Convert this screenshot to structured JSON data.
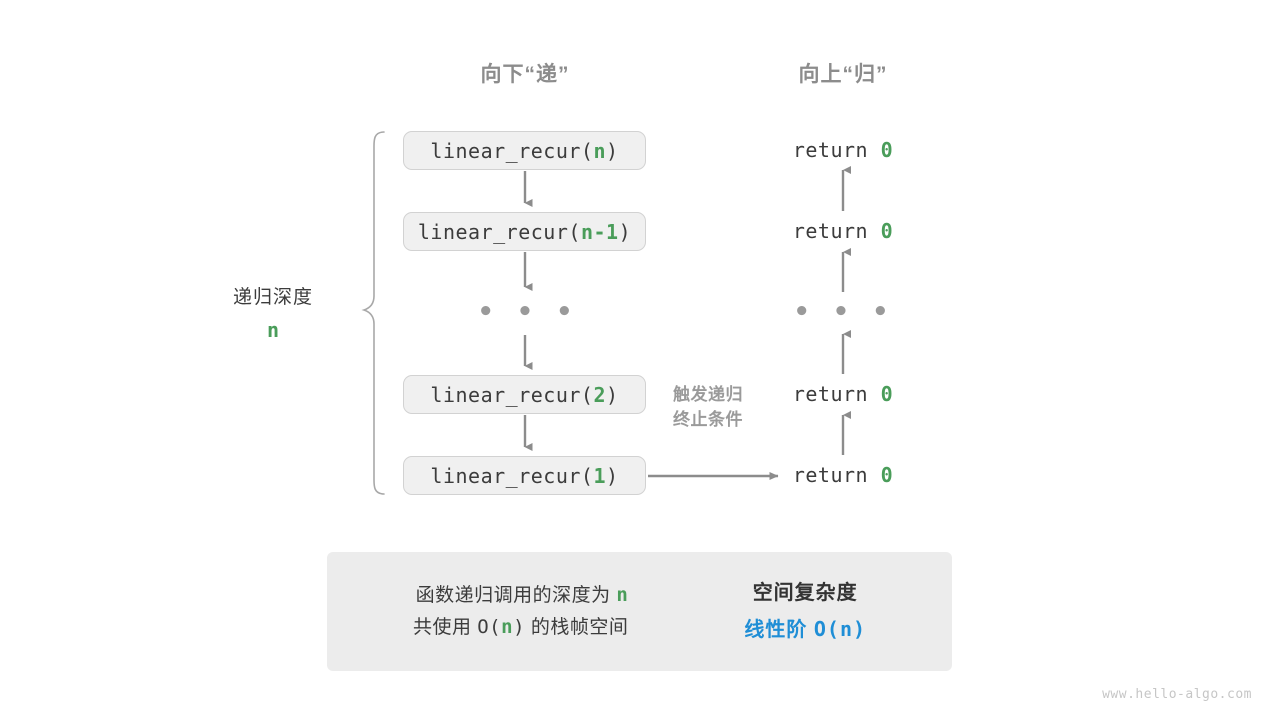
{
  "headings": {
    "down": "向下“递”",
    "up": "向上“归”"
  },
  "call_stack": {
    "boxes": [
      {
        "prefix": "linear_recur(",
        "arg": "n",
        "suffix": ")"
      },
      {
        "prefix": "linear_recur(",
        "arg": "n-1",
        "suffix": ")"
      },
      {
        "prefix": "linear_recur(",
        "arg": "2",
        "suffix": ")"
      },
      {
        "prefix": "linear_recur(",
        "arg": "1",
        "suffix": ")"
      }
    ],
    "ellipsis": "• • •"
  },
  "returns": {
    "items": [
      {
        "keyword": "return",
        "value": "0"
      },
      {
        "keyword": "return",
        "value": "0"
      },
      {
        "keyword": "return",
        "value": "0"
      },
      {
        "keyword": "return",
        "value": "0"
      }
    ],
    "ellipsis": "• • •"
  },
  "depth_label": {
    "text": "递归深度",
    "variable": "n"
  },
  "trigger_note": {
    "line1": "触发递归",
    "line2": "终止条件"
  },
  "summary": {
    "left_line1_a": "函数递归调用的深度为",
    "left_line1_var": "n",
    "left_line2_a": "共使用",
    "left_line2_big_o": "O(",
    "left_line2_var": "n",
    "left_line2_big_o_close": ")",
    "left_line2_b": "的栈帧空间",
    "arrow": "right-block-arrow",
    "right_title": "空间复杂度",
    "right_value_label": "线性阶",
    "right_value_notation": "O(n)"
  },
  "watermark": "www.hello-algo.com",
  "colors": {
    "green": "#4a9d5a",
    "blue": "#1f8ed6",
    "gray_heading": "#8c8c8c",
    "box_fill": "#f0f0f0",
    "box_border": "#d2d2d2",
    "panel_fill": "#ececec",
    "arrow": "#8c8c8c"
  }
}
